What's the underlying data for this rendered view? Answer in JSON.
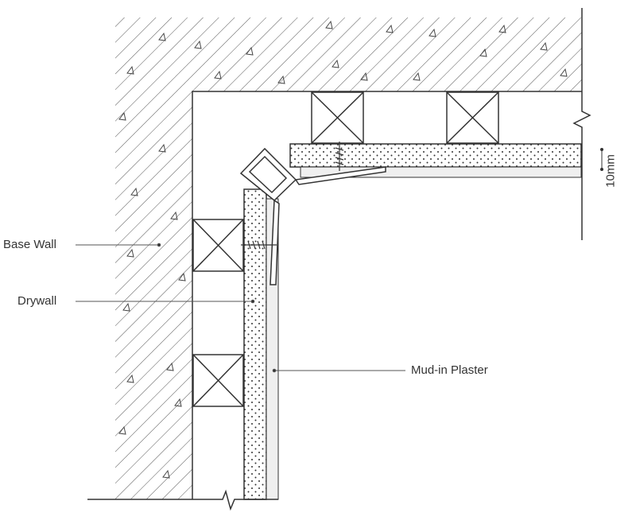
{
  "labels": {
    "base_wall": "Base Wall",
    "drywall": "Drywall",
    "mud_in_plaster": "Mud-in Plaster",
    "dimension": "10mm"
  },
  "colors": {
    "line": "#333333",
    "hatch": "#555555",
    "plaster": "#efefef",
    "profile": "#ffffff"
  }
}
